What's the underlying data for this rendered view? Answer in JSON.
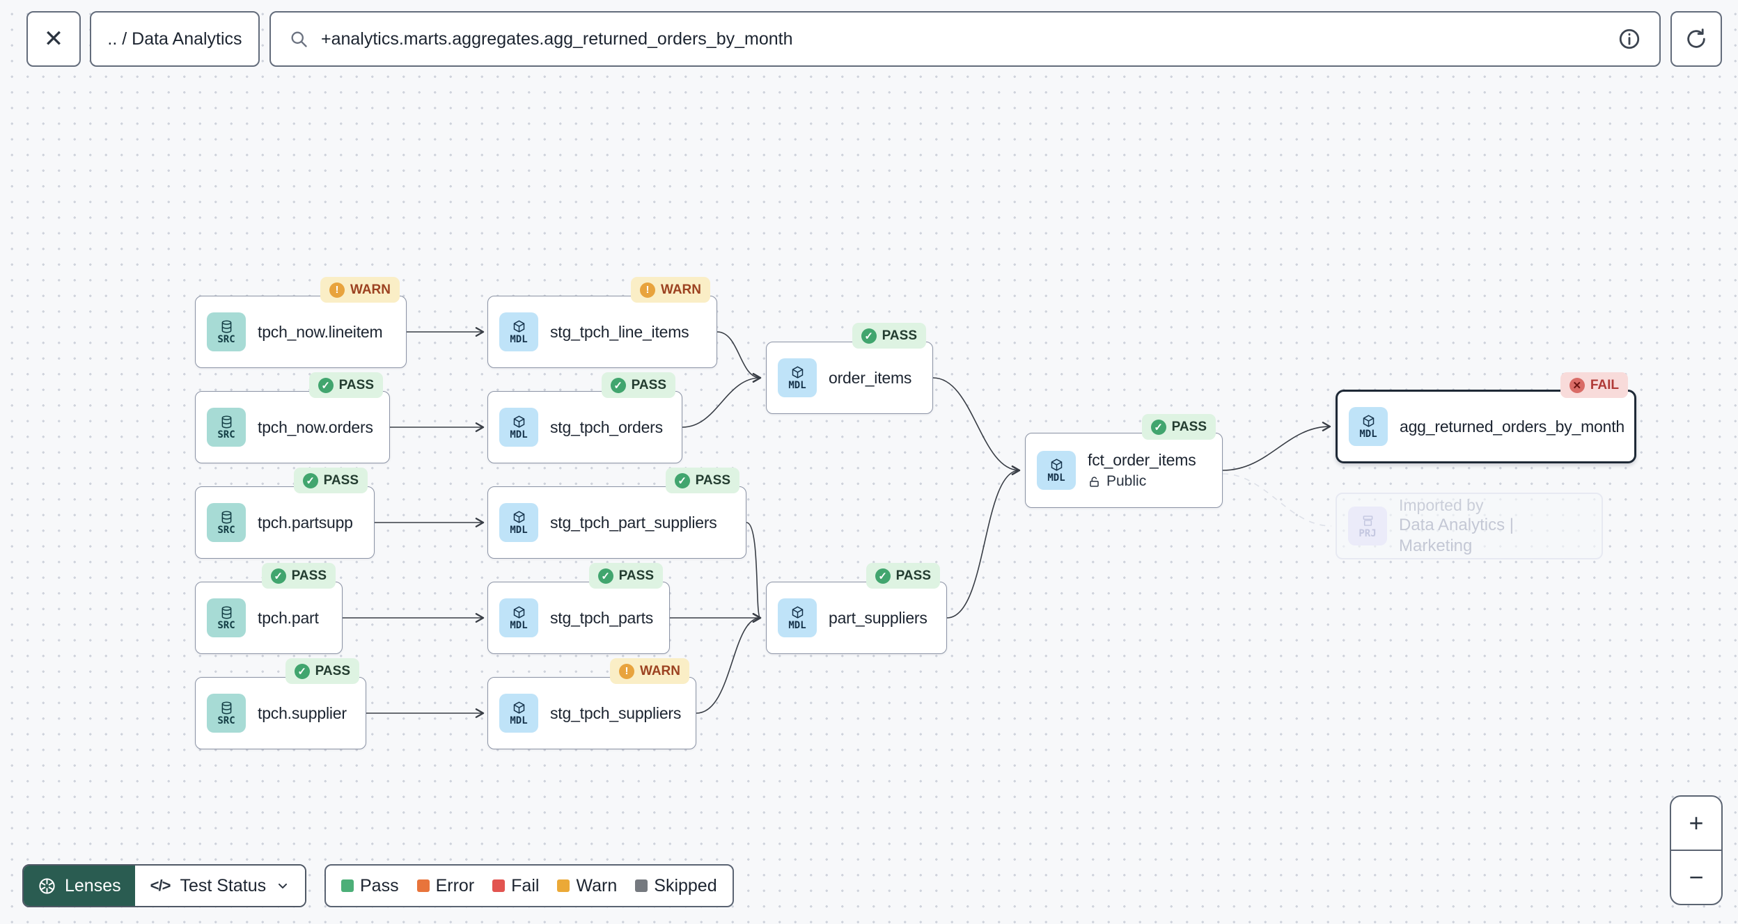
{
  "topbar": {
    "breadcrumb": ".. / Data Analytics",
    "search": {
      "value": "+analytics.marts.aggregates.agg_returned_orders_by_month"
    }
  },
  "icons": {
    "close": "✕",
    "plus": "+",
    "minus": "−",
    "code": "</>",
    "check": "✓",
    "exclamation": "!",
    "cross": "✕"
  },
  "graph": {
    "nodes": [
      {
        "id": "tpch_now.lineitem",
        "type": "SRC",
        "label": "tpch_now.lineitem",
        "status": "WARN"
      },
      {
        "id": "stg_tpch_line_items",
        "type": "MDL",
        "label": "stg_tpch_line_items",
        "status": "WARN"
      },
      {
        "id": "tpch_now.orders",
        "type": "SRC",
        "label": "tpch_now.orders",
        "status": "PASS"
      },
      {
        "id": "stg_tpch_orders",
        "type": "MDL",
        "label": "stg_tpch_orders",
        "status": "PASS"
      },
      {
        "id": "tpch.partsupp",
        "type": "SRC",
        "label": "tpch.partsupp",
        "status": "PASS"
      },
      {
        "id": "stg_tpch_part_suppliers",
        "type": "MDL",
        "label": "stg_tpch_part_suppliers",
        "status": "PASS"
      },
      {
        "id": "tpch.part",
        "type": "SRC",
        "label": "tpch.part",
        "status": "PASS"
      },
      {
        "id": "stg_tpch_parts",
        "type": "MDL",
        "label": "stg_tpch_parts",
        "status": "PASS"
      },
      {
        "id": "tpch.supplier",
        "type": "SRC",
        "label": "tpch.supplier",
        "status": "PASS"
      },
      {
        "id": "stg_tpch_suppliers",
        "type": "MDL",
        "label": "stg_tpch_suppliers",
        "status": "WARN"
      },
      {
        "id": "order_items",
        "type": "MDL",
        "label": "order_items",
        "status": "PASS"
      },
      {
        "id": "part_suppliers",
        "type": "MDL",
        "label": "part_suppliers",
        "status": "PASS"
      },
      {
        "id": "fct_order_items",
        "type": "MDL",
        "label": "fct_order_items",
        "status": "PASS",
        "access": "Public"
      },
      {
        "id": "agg_returned_orders_by_month",
        "type": "MDL",
        "label": "agg_returned_orders_by_month",
        "status": "FAIL",
        "selected": true
      },
      {
        "id": "imported_project",
        "type": "PRJ",
        "title": "Imported by",
        "label": "Data Analytics | Marketing",
        "ghost": true
      }
    ],
    "edges": [
      {
        "from": "tpch_now.lineitem",
        "to": "stg_tpch_line_items"
      },
      {
        "from": "tpch_now.orders",
        "to": "stg_tpch_orders"
      },
      {
        "from": "tpch.partsupp",
        "to": "stg_tpch_part_suppliers"
      },
      {
        "from": "tpch.part",
        "to": "stg_tpch_parts"
      },
      {
        "from": "tpch.supplier",
        "to": "stg_tpch_suppliers"
      },
      {
        "from": "stg_tpch_line_items",
        "to": "order_items"
      },
      {
        "from": "stg_tpch_orders",
        "to": "order_items"
      },
      {
        "from": "stg_tpch_part_suppliers",
        "to": "part_suppliers"
      },
      {
        "from": "stg_tpch_parts",
        "to": "part_suppliers"
      },
      {
        "from": "stg_tpch_suppliers",
        "to": "part_suppliers"
      },
      {
        "from": "order_items",
        "to": "fct_order_items"
      },
      {
        "from": "part_suppliers",
        "to": "fct_order_items"
      },
      {
        "from": "fct_order_items",
        "to": "agg_returned_orders_by_month"
      },
      {
        "from": "fct_order_items",
        "to": "imported_project",
        "dashed": true
      }
    ]
  },
  "footer": {
    "lenses_label": "Lenses",
    "lens_selected": "Test Status",
    "legend": [
      {
        "label": "Pass",
        "color": "#4caf78"
      },
      {
        "label": "Error",
        "color": "#e8743b"
      },
      {
        "label": "Fail",
        "color": "#e25450"
      },
      {
        "label": "Warn",
        "color": "#eba937"
      },
      {
        "label": "Skipped",
        "color": "#75797f"
      }
    ]
  },
  "colors": {
    "canvas_background": "#f7f8fa",
    "edge": "#383d45",
    "selected_node_border": "#1e2936",
    "pass_badge": "#def3e2",
    "warn_badge": "#faeec6",
    "fail_badge": "#f8dbda",
    "lenses_button": "#2a5c51"
  }
}
